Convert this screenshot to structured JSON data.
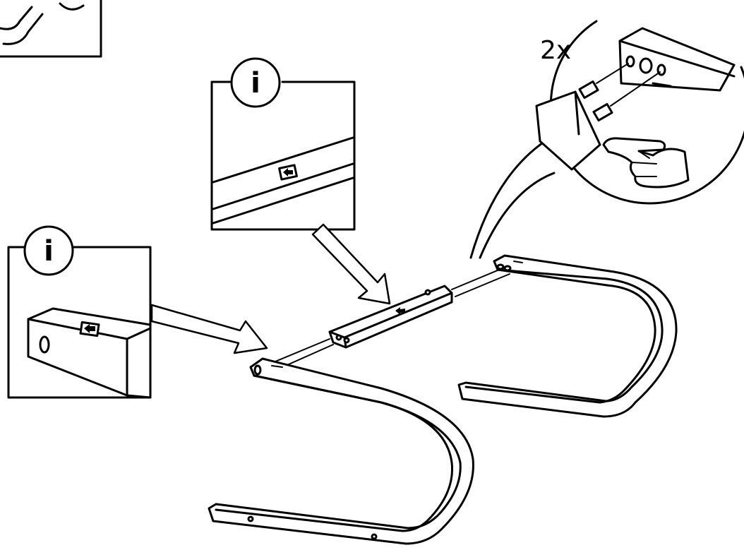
{
  "callout_zoom": {
    "quantity_label": "2x"
  },
  "info_badges": [
    {
      "glyph": "i"
    },
    {
      "glyph": "i"
    }
  ],
  "icons": [
    "info-icon",
    "pointing-hand-icon",
    "direction-arrow-icon"
  ]
}
